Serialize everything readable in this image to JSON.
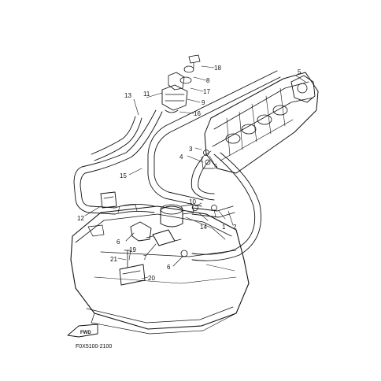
{
  "figure": {
    "reference_code": "F0X5100-2100",
    "fwd_label": "FWD"
  },
  "callouts": {
    "c1": "1",
    "c2": "2",
    "c3": "3",
    "c4": "4",
    "c5a": "5",
    "c5b": "5",
    "c6a": "6",
    "c6b": "6",
    "c7": "7",
    "c8": "8",
    "c9": "9",
    "c10": "10",
    "c11": "11",
    "c12": "12",
    "c13": "13",
    "c14": "14",
    "c15": "15",
    "c16": "16",
    "c17": "17",
    "c18": "18",
    "c19": "19",
    "c20": "20",
    "c21": "21"
  }
}
